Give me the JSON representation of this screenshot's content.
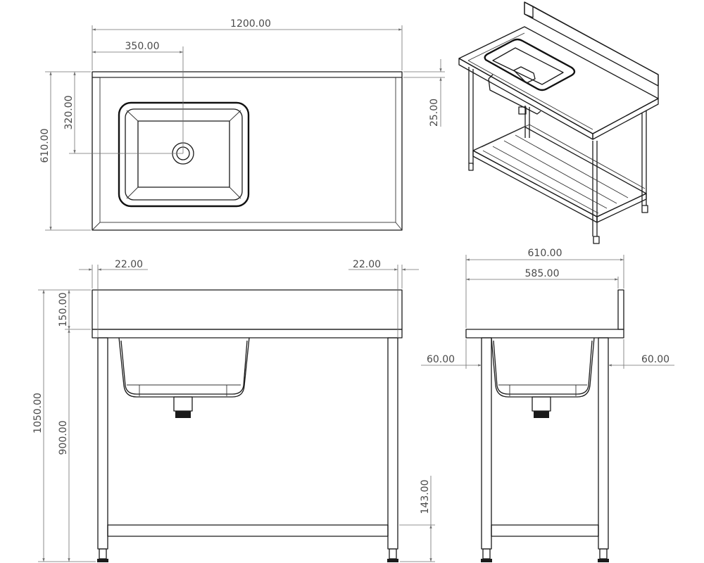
{
  "drawing": {
    "top_view": {
      "overall_width": "1200.00",
      "drain_offset_x": "350.00",
      "drain_offset_y": "320.00",
      "overall_depth": "610.00",
      "upstand_thickness": "25.00"
    },
    "front_view": {
      "left_overhang": "22.00",
      "right_overhang": "22.00",
      "upstand_height": "150.00",
      "overall_height": "1050.00",
      "worktop_height": "900.00",
      "shelf_height": "143.00"
    },
    "side_view": {
      "overall_depth": "610.00",
      "inner_depth": "585.00",
      "left_setback": "60.00",
      "right_setback": "60.00"
    }
  }
}
